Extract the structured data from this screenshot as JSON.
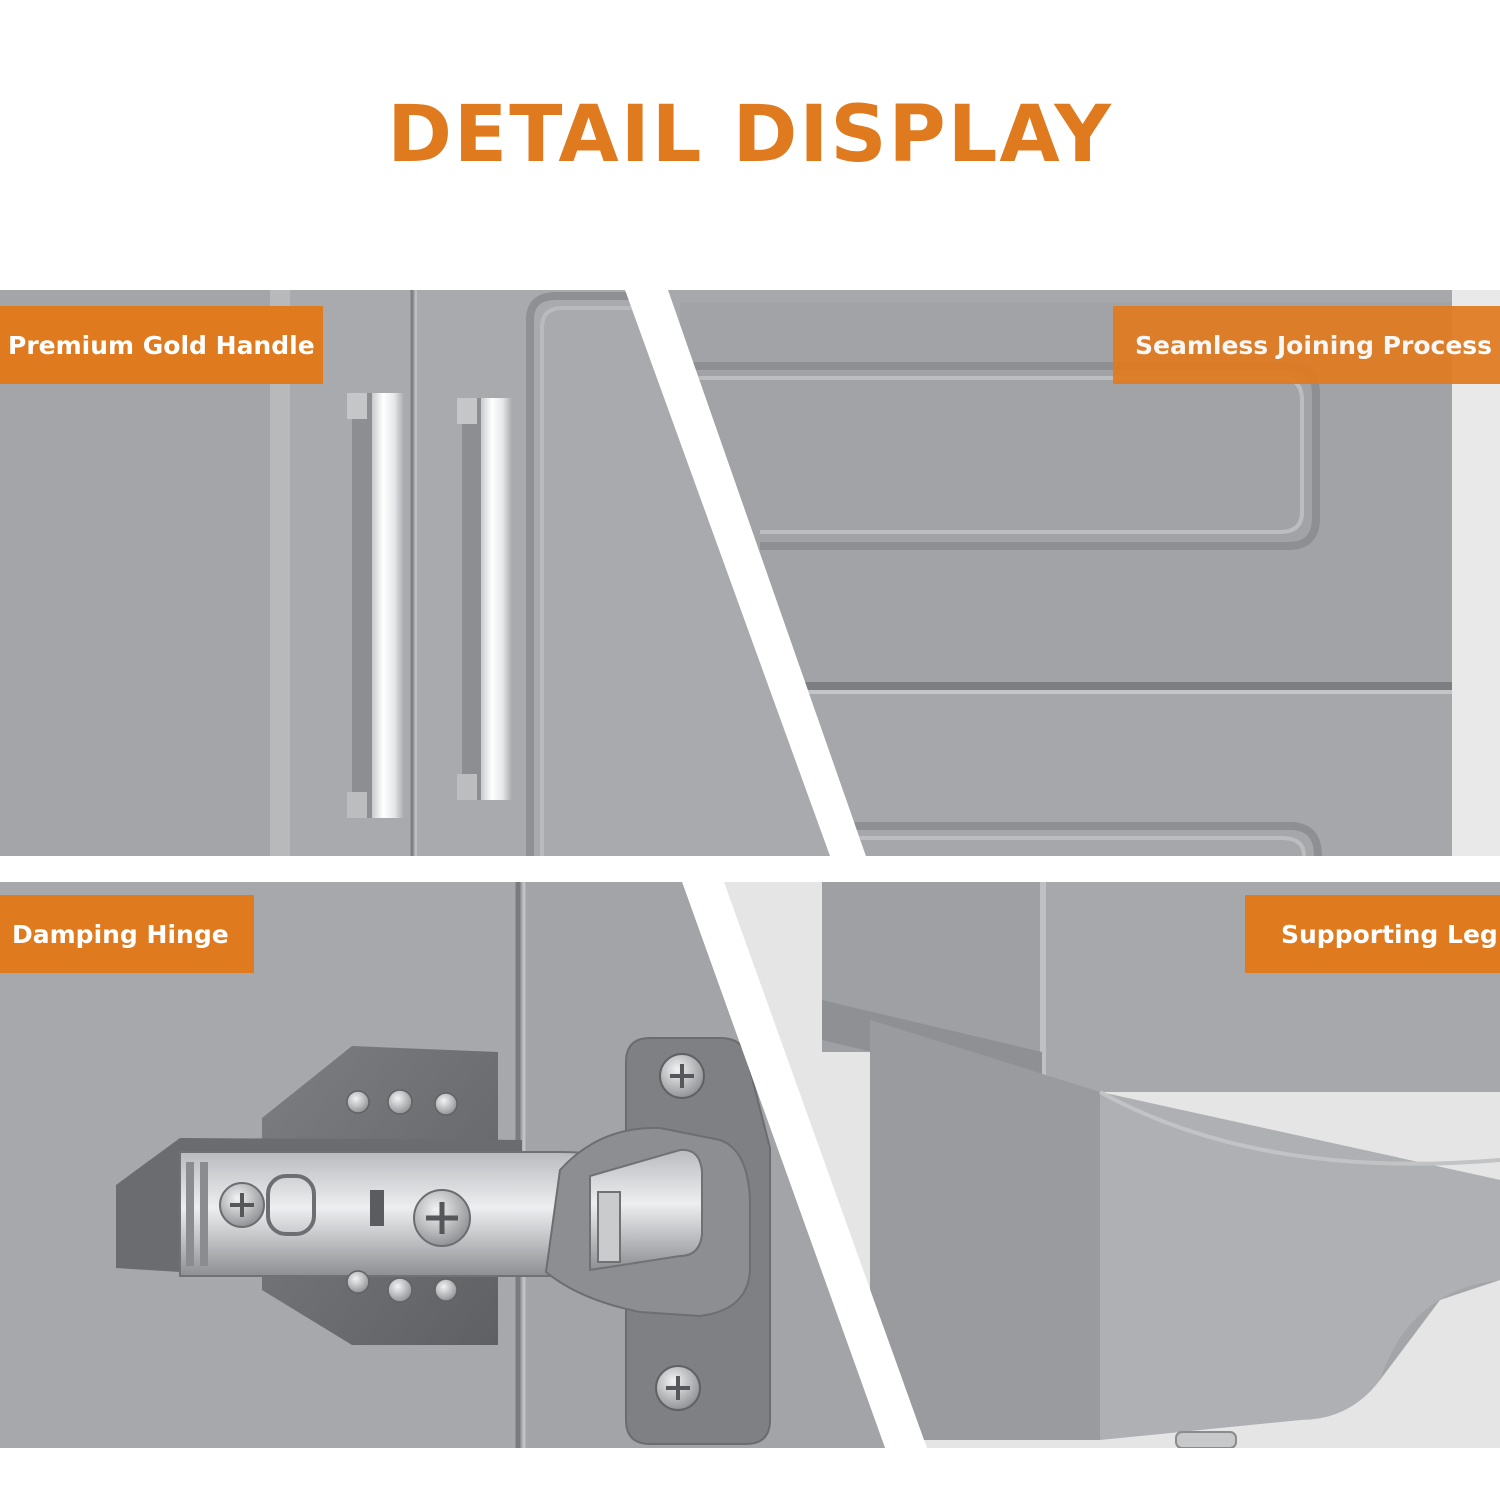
{
  "title": "DETAIL DISPLAY",
  "colors": {
    "accent": "#e07a1f",
    "label_text": "#ffffff",
    "panel_gray": "#a6a7aa",
    "background": "#ffffff"
  },
  "panels": [
    {
      "label": "Premium Gold Handle",
      "image": "cabinet-door-handles"
    },
    {
      "label": "Seamless Joining Process",
      "image": "drawer-fronts-joint"
    },
    {
      "label": "Damping Hinge",
      "image": "soft-close-hinge"
    },
    {
      "label": "Supporting Leg",
      "image": "cabinet-leg-base"
    }
  ]
}
